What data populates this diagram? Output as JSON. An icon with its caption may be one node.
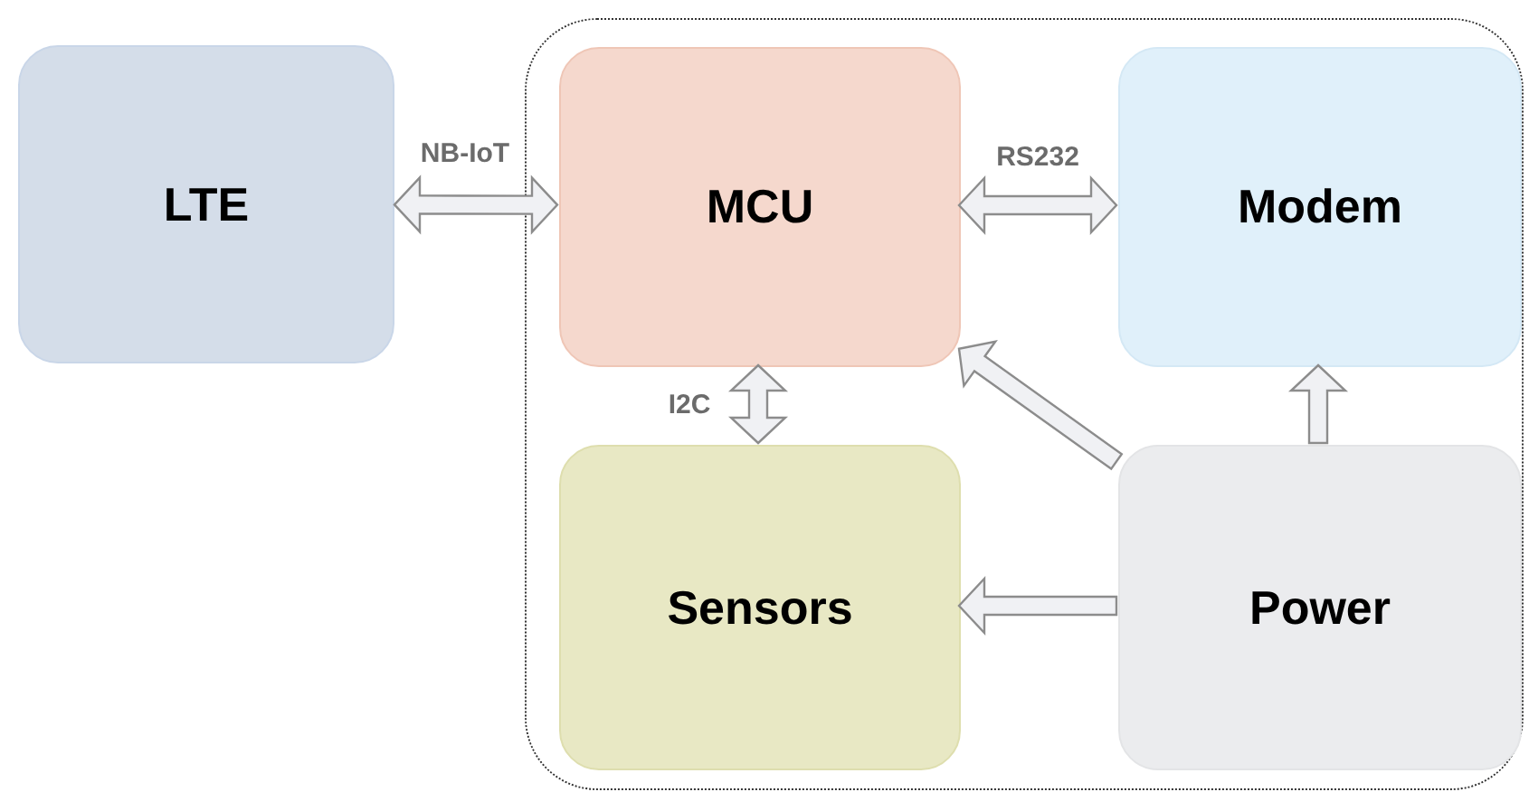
{
  "diagram": {
    "nodes": [
      {
        "text": [
          "LTE"
        ]
      },
      {
        "text": [],
        "shape": "box"
      },
      {
        "text": [
          "MCU"
        ],
        "in": 1
      },
      {
        "text": [
          "Modem"
        ],
        "in": 1
      },
      {
        "text": [
          "Sensors"
        ],
        "in": 1
      },
      {
        "text": [
          "Power"
        ],
        "in": 1
      }
    ],
    "edges": [
      {
        "from": 0,
        "to": 2,
        "arrow": "both",
        "label": "NB-IoT"
      },
      {
        "from": 2,
        "to": 3,
        "arrow": "both",
        "label": "RS232"
      },
      {
        "from": 2,
        "to": 4,
        "arrow": "both",
        "label": "I2C"
      },
      {
        "from": 5,
        "to": 2,
        "arrow": "to"
      },
      {
        "from": 5,
        "to": 3,
        "arrow": "to"
      },
      {
        "from": 5,
        "to": 4,
        "arrow": "to"
      }
    ]
  }
}
